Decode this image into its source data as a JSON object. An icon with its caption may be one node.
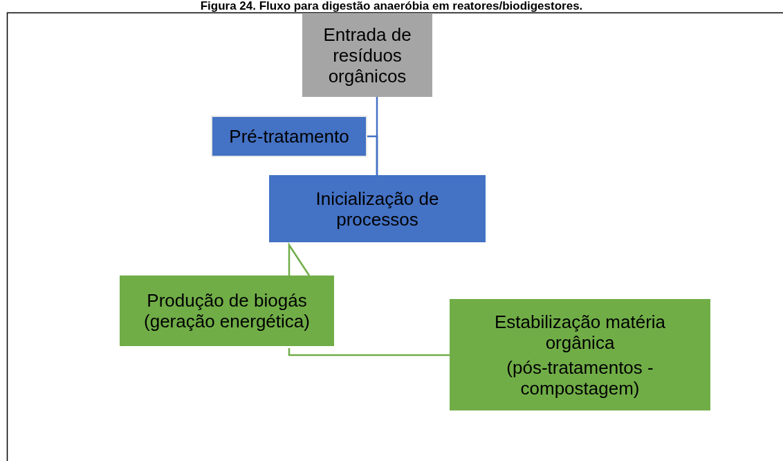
{
  "diagram": {
    "title": "Figura 24. Fluxo para digestão anaeróbia em reatores/biodigestores.",
    "nodes": [
      {
        "text": [
          "Entrada de resíduos orgânicos"
        ]
      },
      {
        "text": [
          "Pré-tratamento"
        ]
      },
      {
        "text": [
          "Inicialização de processos"
        ]
      },
      {
        "text": [
          "Produção de biogás (geração energética)"
        ]
      },
      {
        "text": [
          "Estabilização matéria orgânica",
          "(pós-tratamentos - compostagem)"
        ]
      }
    ],
    "edges": [
      {
        "from": 0,
        "to": 2,
        "arrow": "none",
        "color": "#4472c4"
      },
      {
        "from": 1,
        "to": 2,
        "arrow": "none",
        "color": "#4472c4"
      },
      {
        "from": 2,
        "to": 3,
        "arrow": "none",
        "color": "#70ad47"
      },
      {
        "from": 3,
        "to": 4,
        "arrow": "none",
        "color": "#70ad47"
      }
    ]
  }
}
